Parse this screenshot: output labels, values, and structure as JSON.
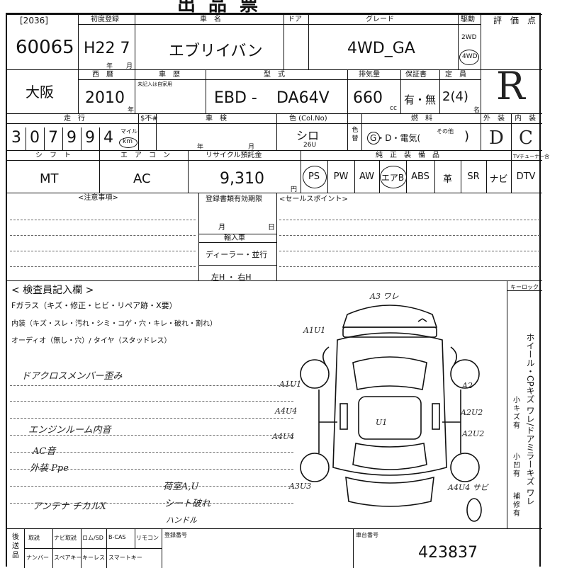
{
  "doc_title": "出品票",
  "header": {
    "lot_label": "[2036]",
    "lot_no": "60065",
    "first_reg_label": "初度登録",
    "first_reg": "H22 7",
    "year_unit": "年",
    "month_unit": "月",
    "name_label": "車　名",
    "car_name": "エブリイバン",
    "door_label": "ドア",
    "grade_label": "グレード",
    "grade": "4WD_GA",
    "drive_label": "駆動",
    "drive_2wd": "2WD",
    "drive_4wd": "4WD",
    "score_label": "評　価　点",
    "score": "R"
  },
  "row2": {
    "region": "大阪",
    "year_label": "西　暦",
    "year": "2010",
    "year_unit": "年",
    "vehicle_label": "車　歴",
    "vehicle_note": "未記入は自家用",
    "model_label": "型　式",
    "model_prefix": "EBD -",
    "model_code": "DA64V",
    "cc_label": "排気量",
    "cc": "660",
    "cc_unit": "cc",
    "warranty_label": "保証書",
    "warranty": "有・無",
    "capacity_label": "定　員",
    "capacity": "2(4)",
    "capacity_unit": "名"
  },
  "row3": {
    "mileage_label": "走　行",
    "mileage_digits": [
      "3",
      "0",
      "7",
      "9",
      "9",
      "4"
    ],
    "mile_unit": "マイル",
    "km_unit": "km",
    "meter_label": "$不#",
    "inspection_label": "車　検",
    "ins_year": "年",
    "ins_month": "月",
    "color_label": "色 (Col.No)",
    "color": "シロ",
    "color_no": "26U",
    "repaint_label": "色替",
    "fuel_label": "燃　料",
    "fuel_options": "G・D・電気(",
    "fuel_other": "その他",
    "fuel_close": ")",
    "ext_label": "外　装",
    "ext": "D",
    "int_label": "内　装",
    "int": "C"
  },
  "row4": {
    "shift_label": "シ　フ　ト",
    "shift": "MT",
    "ac_label": "エ　ア　コ　ン",
    "ac": "AC",
    "recycle_label": "リサイクル預託金",
    "recycle": "9,310",
    "yen": "円",
    "equipment_label": "純　正　装　備　品",
    "equipment": [
      "PS",
      "PW",
      "AW",
      "エアB",
      "ABS",
      "革",
      "SR",
      "ナビ",
      "DTV"
    ],
    "tuner_label": "TVチューナー含"
  },
  "notes": {
    "caution_label": "<注意事項>",
    "expiry_label": "登録書類有効期限",
    "month": "月",
    "day": "日",
    "import_label": "輸入車",
    "dealer": "ディーラー・並行",
    "steering": "左H ・ 右H",
    "sales_label": "<セールスポイント>"
  },
  "inspector": {
    "title": "< 検査員記入欄 >",
    "line1": "Fガラス（キズ・修正・ヒビ・リペア跡・X要）",
    "line2": "内装（キズ・スレ・汚れ・シミ・コゲ・穴・キレ・破れ・割れ）",
    "line3": "オーディオ（無し・穴）/ タイヤ（スタッドレス）",
    "hand_notes": [
      "ドアクロスメンバー歪み",
      "エンジンルーム内音",
      "AC音",
      "外装 Ppe",
      "アンテナ チカルX"
    ],
    "hand_notes_right": [
      "荷室A,U",
      "シート破れ",
      "ハンドル"
    ],
    "diagram_marks": [
      "A3 ワレ",
      "A1U1",
      "A1U1",
      "A2",
      "A4U4",
      "A2U2",
      "A4U4",
      "A2U2",
      "U1",
      "A3U3",
      "A4U4 サビ"
    ],
    "keylock_label": "キーロック",
    "side_text": "ホイール・CPキズ ワレ/ドアミラーキズ ワレ",
    "side_small1": "小キズ有",
    "side_small2": "小凹有",
    "side_repair": "補修有"
  },
  "footer": {
    "left_label": "後送品",
    "items_row1": [
      "取説",
      "ナビ取説",
      "ロム/SD",
      "B-CAS",
      "リモコン"
    ],
    "items_row2": [
      "ナンバー",
      "スペアキー",
      "キーレス",
      "スマートキー"
    ],
    "reg_no_label": "登録番号",
    "chassis_label": "車台番号",
    "chassis": "423837"
  }
}
